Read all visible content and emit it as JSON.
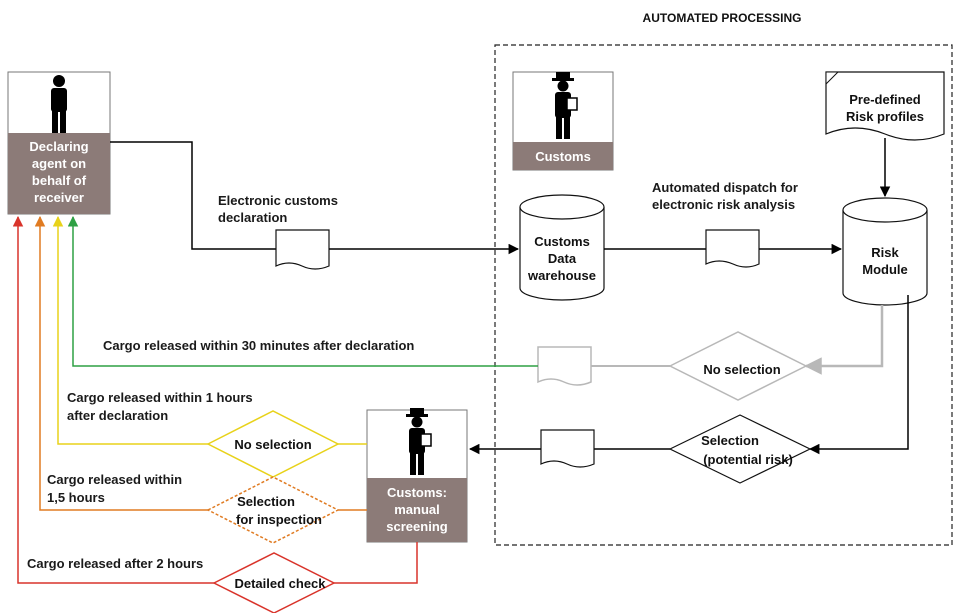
{
  "title": "AUTOMATED PROCESSING",
  "actors": {
    "agent": [
      "Declaring",
      "agent on",
      "behalf of",
      "receiver"
    ],
    "customs": "Customs",
    "manual": [
      "Customs:",
      "manual",
      "screening"
    ]
  },
  "nodes": {
    "risk_profiles": [
      "Pre-defined",
      "Risk profiles"
    ],
    "warehouse": [
      "Customs",
      "Data",
      "warehouse"
    ],
    "risk_module": [
      "Risk",
      "Module"
    ]
  },
  "labels": {
    "declaration": [
      "Electronic customs",
      "declaration"
    ],
    "dispatch": [
      "Automated dispatch for",
      "electronic risk analysis"
    ],
    "released_30": "Cargo released within 30 minutes after  declaration",
    "released_1h": [
      "Cargo released within 1 hours",
      "after declaration"
    ],
    "released_15h": [
      "Cargo released within",
      "1,5 hours"
    ],
    "released_2h": "Cargo released after 2 hours"
  },
  "decisions": {
    "no_selection_auto": "No selection",
    "selection_risk": [
      "Selection",
      "(potential risk)"
    ],
    "no_selection_manual": "No selection",
    "selection_inspection": [
      "Selection",
      "for inspection"
    ],
    "detailed_check": "Detailed check"
  },
  "colors": {
    "actor_box": "#8c7b78",
    "green": "#2ea043",
    "yellow": "#e8d21a",
    "orange": "#e07b22",
    "red": "#d9342b",
    "grey_flow": "#b8b8b8"
  }
}
